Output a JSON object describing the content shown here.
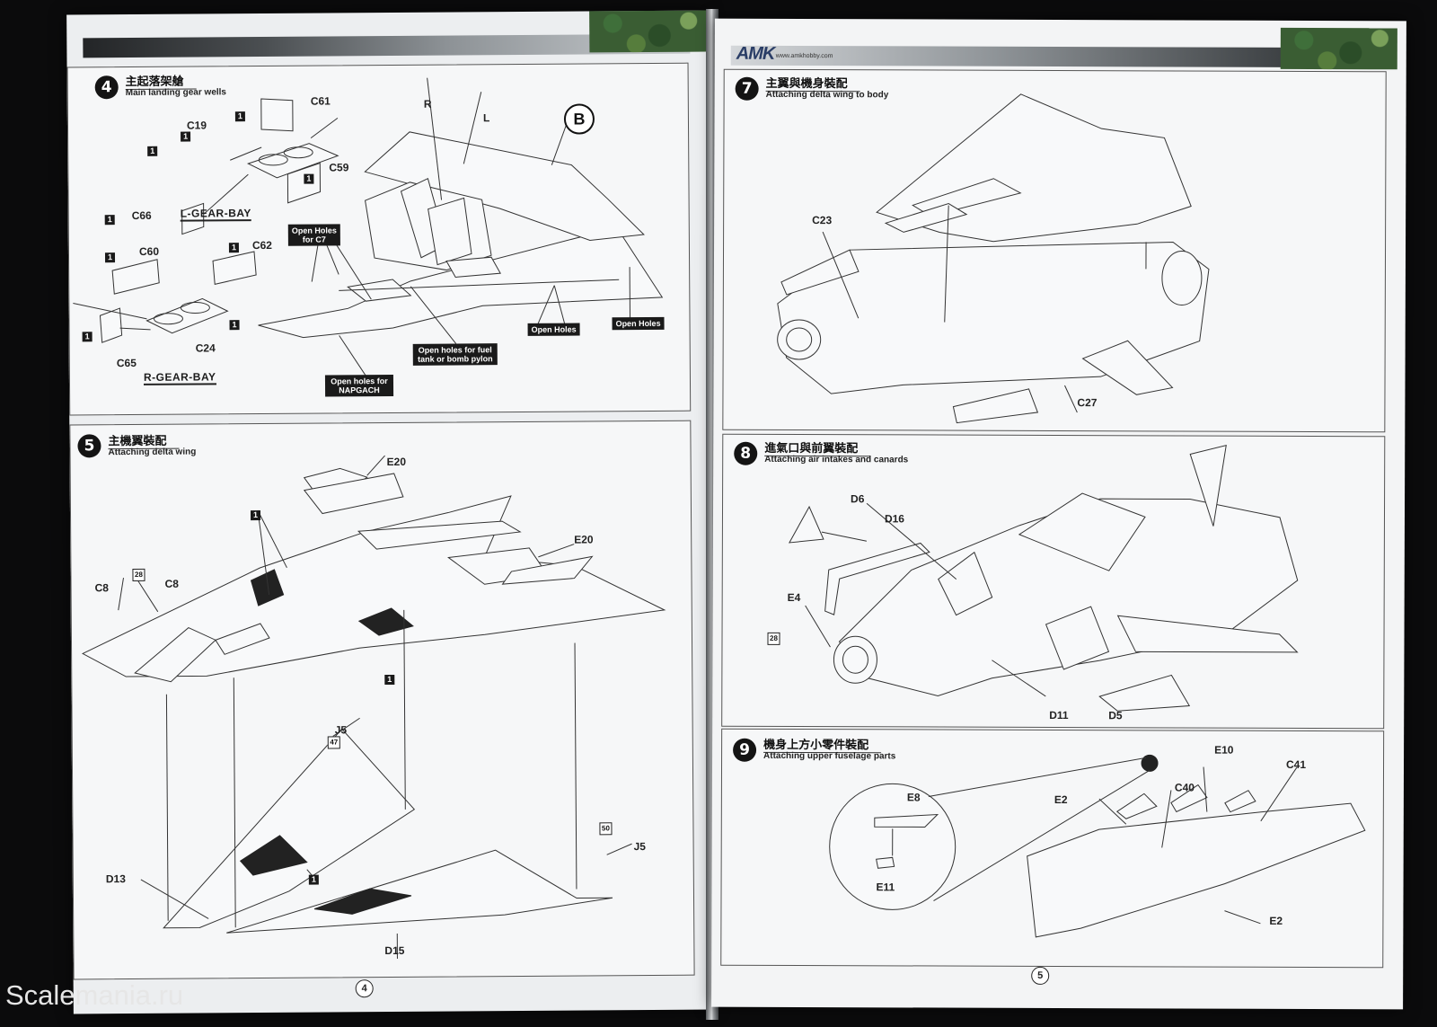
{
  "left_page": {
    "page_number": "4",
    "step4": {
      "num": "4",
      "title_zh": "主起落架艙",
      "title_en": "Main landing gear wells",
      "labels": [
        "C61",
        "C19",
        "C59",
        "C66",
        "C60",
        "C62",
        "C24",
        "C65",
        "R",
        "L"
      ],
      "part_marks": [
        "1",
        "1",
        "1",
        "1",
        "1",
        "1",
        "1",
        "1",
        "1"
      ],
      "gear_bay_left": "L-GEAR-BAY",
      "gear_bay_right": "R-GEAR-BAY",
      "callout": "B",
      "tags": [
        "Open Holes for C7",
        "Open holes for fuel tank or bomb pylon",
        "Open holes for NAPGACH",
        "Open Holes",
        "Open Holes"
      ]
    },
    "step5": {
      "num": "5",
      "title_zh": "主機翼裝配",
      "title_en": "Attaching delta wing",
      "labels": [
        "E20",
        "E20",
        "C8",
        "C8",
        "J5",
        "J5",
        "D13",
        "D15"
      ],
      "part_marks": [
        "1",
        "1",
        "1"
      ],
      "outlined_marks": [
        "28",
        "47",
        "50"
      ]
    }
  },
  "right_page": {
    "brand": "AMK",
    "url": "www.amkhobby.com",
    "page_number": "5",
    "step7": {
      "num": "7",
      "title_zh": "主翼與機身裝配",
      "title_en": "Attaching delta wing to body",
      "labels": [
        "C23",
        "C27"
      ]
    },
    "step8": {
      "num": "8",
      "title_zh": "進氣口與前翼裝配",
      "title_en": "Attaching air intakes and canards",
      "labels": [
        "D6",
        "D16",
        "E4",
        "D11",
        "D5"
      ],
      "outlined_marks": [
        "28"
      ]
    },
    "step9": {
      "num": "9",
      "title_zh": "機身上方小零件裝配",
      "title_en": "Attaching upper fuselage parts",
      "labels": [
        "E10",
        "C41",
        "E8",
        "E2",
        "C40",
        "E11",
        "E2"
      ]
    }
  },
  "watermark": "Scalemania.ru"
}
